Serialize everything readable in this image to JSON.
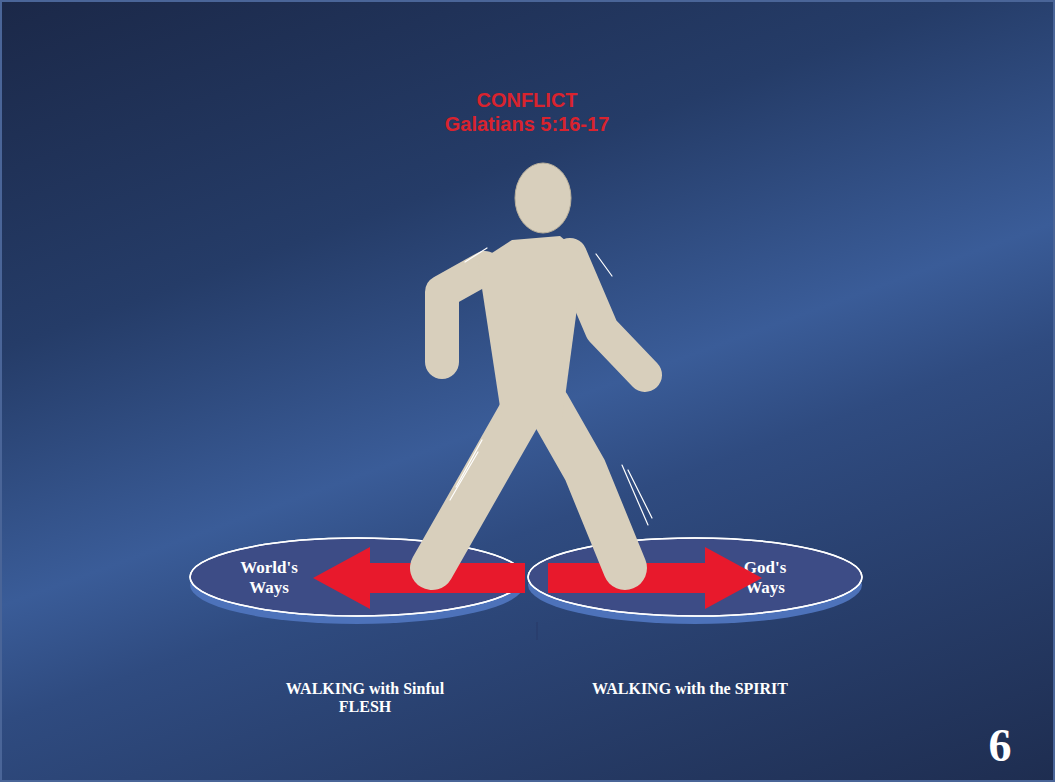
{
  "diagram": {
    "title": "CONFLICT",
    "nodes": [
      {
        "text": [
          "World's Ways",
          "WALKING with Sinful FLESH"
        ]
      },
      {
        "text": [
          "God's Ways",
          "WALKING with the SPIRIT"
        ]
      }
    ],
    "labels": [
      "Galatians 5:16-17",
      "6"
    ]
  }
}
